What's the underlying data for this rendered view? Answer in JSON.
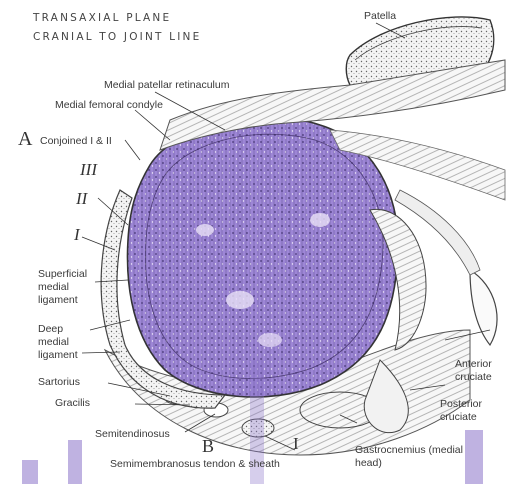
{
  "title": {
    "line1": "TRANSAXIAL PLANE",
    "line2": "CRANIAL TO JOINT LINE"
  },
  "labels": {
    "patella": "Patella",
    "medial_patellar_retinaculum": "Medial patellar retinaculum",
    "medial_femoral_condyle": "Medial femoral condyle",
    "conjoined": "Conjoined I & II",
    "superficial_medial_ligament": "Superficial medial ligament",
    "deep_medial_ligament": "Deep medial ligament",
    "sartorius": "Sartorius",
    "gracilis": "Gracilis",
    "semitendinosus": "Semitendinosus",
    "semimembranosus": "Semimembranosus tendon & sheath",
    "anterior_cruciate": "Anterior cruciate",
    "posterior_cruciate": "Posterior cruciate",
    "gastrocnemius": "Gastrocnemius (medial head)"
  },
  "layer_markers": {
    "A": "A",
    "B": "B",
    "III": "III",
    "II": "II",
    "I": "I",
    "I_bottom": "I"
  },
  "colors": {
    "overlay": "#7b5fc4",
    "ink": "#333333",
    "background": "#ffffff"
  }
}
